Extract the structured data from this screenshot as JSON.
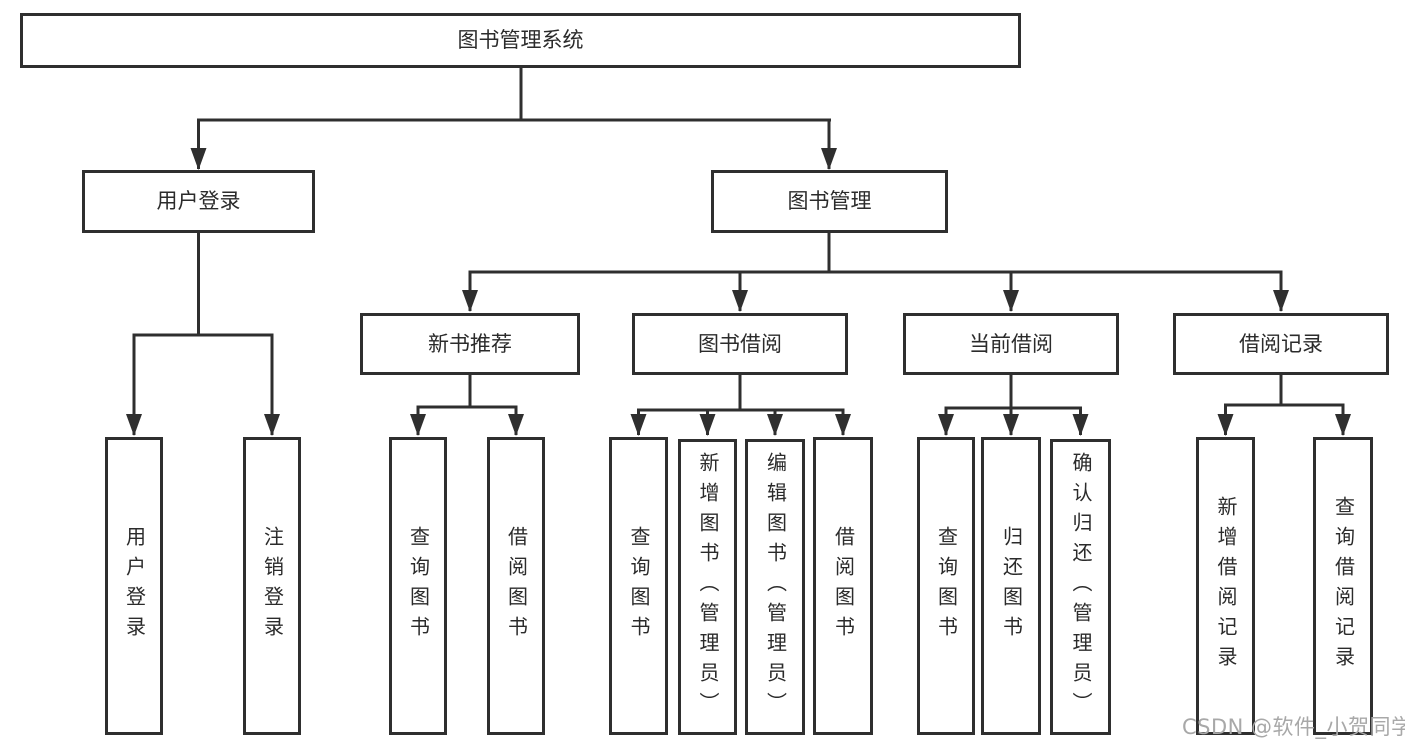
{
  "diagram": {
    "type": "tree",
    "root": {
      "label": "图书管理系统",
      "children": [
        {
          "label": "用户登录",
          "children": [
            {
              "label": "用户登录"
            },
            {
              "label": "注销登录"
            }
          ]
        },
        {
          "label": "图书管理",
          "children": [
            {
              "label": "新书推荐",
              "children": [
                {
                  "label": "查询图书"
                },
                {
                  "label": "借阅图书"
                }
              ]
            },
            {
              "label": "图书借阅",
              "children": [
                {
                  "label": "查询图书"
                },
                {
                  "label": "新增图书（管理员）"
                },
                {
                  "label": "编辑图书（管理员）"
                },
                {
                  "label": "借阅图书"
                }
              ]
            },
            {
              "label": "当前借阅",
              "children": [
                {
                  "label": "查询图书"
                },
                {
                  "label": "归还图书"
                },
                {
                  "label": "确认归还（管理员）"
                }
              ]
            },
            {
              "label": "借阅记录",
              "children": [
                {
                  "label": "新增借阅记录"
                },
                {
                  "label": "查询借阅记录"
                }
              ]
            }
          ]
        }
      ]
    },
    "colors": {
      "line": "#2f2f2f",
      "text": "#2b2b2b",
      "background": "#ffffff",
      "watermark_text": "#a8a8a8"
    }
  },
  "watermark": {
    "text": "CSDN @软件_小贺同学"
  }
}
